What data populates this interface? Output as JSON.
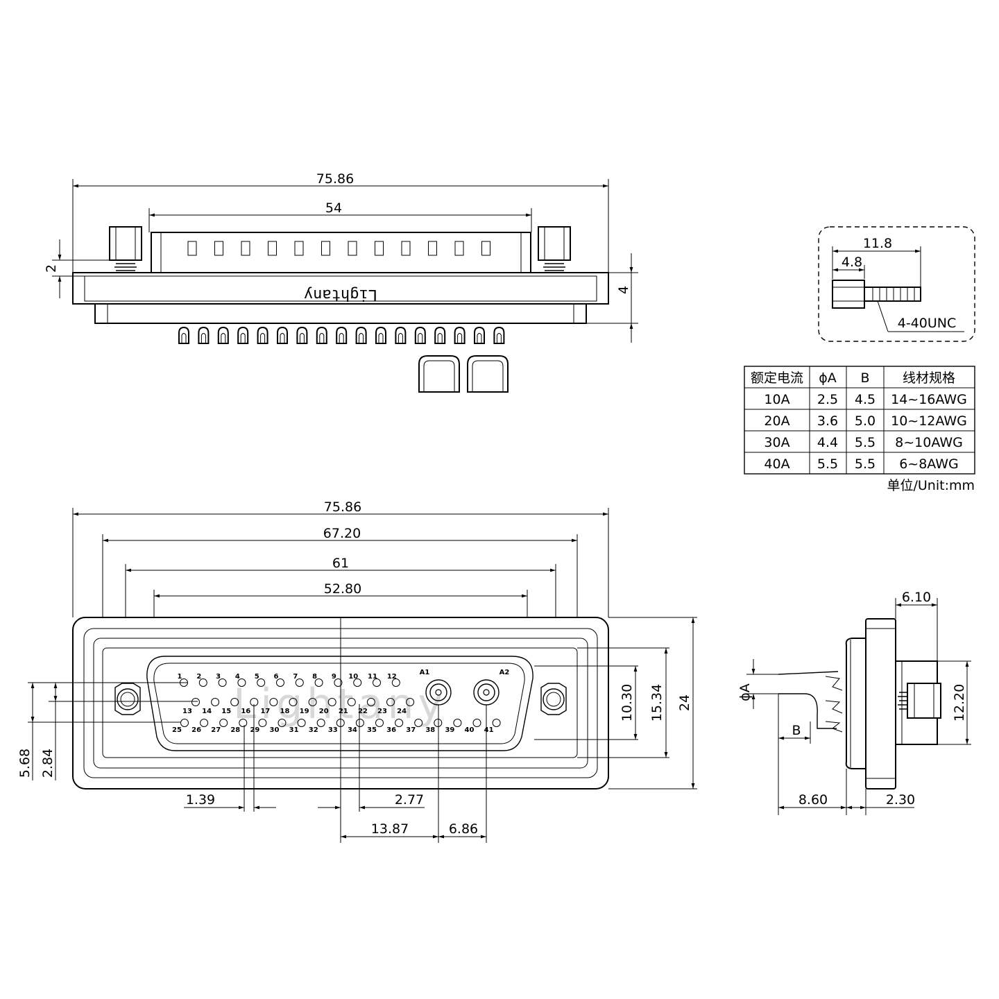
{
  "brand": "Lightany",
  "front_view": {
    "dims": {
      "overall_width": "75.86",
      "shell_width": "54",
      "height_4": "4",
      "thread_2": "2"
    }
  },
  "screw_detail": {
    "total_length": "11.8",
    "head_length": "4.8",
    "thread_spec": "4-40UNC"
  },
  "spec_table": {
    "headers": [
      "额定电流",
      "ϕA",
      "B",
      "线材规格"
    ],
    "rows": [
      [
        "10A",
        "2.5",
        "4.5",
        "14~16AWG"
      ],
      [
        "20A",
        "3.6",
        "5.0",
        "10~12AWG"
      ],
      [
        "30A",
        "4.4",
        "5.5",
        "8~10AWG"
      ],
      [
        "40A",
        "5.5",
        "5.5",
        "6~8AWG"
      ]
    ],
    "unit_note": "单位/Unit:mm"
  },
  "face_view": {
    "dims": {
      "w1": "75.86",
      "w2": "67.20",
      "w3": "61",
      "w4": "52.80",
      "h1": "10.30",
      "h2": "15.34",
      "h3": "24",
      "left1": "5.68",
      "left2": "2.84",
      "b1": "1.39",
      "b2": "2.77",
      "b3": "13.87",
      "b4": "6.86"
    },
    "pins_row1": [
      "1",
      "2",
      "3",
      "4",
      "5",
      "6",
      "7",
      "8",
      "9",
      "10",
      "11",
      "12"
    ],
    "pins_row2": [
      "13",
      "14",
      "15",
      "16",
      "17",
      "18",
      "19",
      "20",
      "21",
      "22",
      "23",
      "24"
    ],
    "pins_row3": [
      "25",
      "26",
      "27",
      "28",
      "29",
      "30",
      "31",
      "32",
      "33",
      "34",
      "35",
      "36",
      "37",
      "38",
      "39",
      "40",
      "41"
    ],
    "power_pins": [
      "A1",
      "A2"
    ]
  },
  "side_view": {
    "dims": {
      "top": "6.10",
      "height": "12.20",
      "phiA": "ϕA",
      "B": "B",
      "left": "8.60",
      "right": "2.30"
    }
  }
}
